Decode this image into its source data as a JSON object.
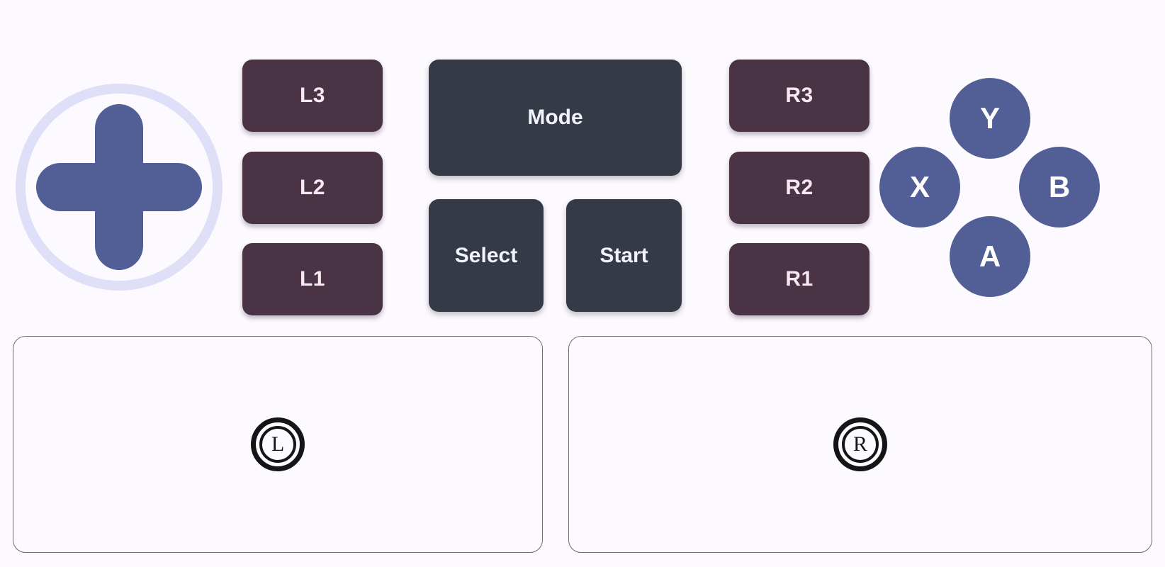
{
  "theme": {
    "background": "#fdfaff",
    "dpad_cross_color": "#525e96",
    "dpad_ring_color": "#dfe0f7",
    "shoulder_button_color": "#4a3344",
    "shoulder_button_text_color": "#f7e9f2",
    "center_button_color": "#343a46",
    "center_button_text_color": "#f2f2fa",
    "face_button_color": "#525e96",
    "face_button_text_color": "#ffffff",
    "panel_border_color": "#6f6b7a",
    "indicator_color": "#151515"
  },
  "dpad": {
    "name": "directional-pad",
    "icon": "dpad-cross-icon"
  },
  "shoulder_buttons": {
    "left": [
      {
        "label": "L3",
        "name": "button-l3"
      },
      {
        "label": "L2",
        "name": "button-l2"
      },
      {
        "label": "L1",
        "name": "button-l1"
      }
    ],
    "right": [
      {
        "label": "R3",
        "name": "button-r3"
      },
      {
        "label": "R2",
        "name": "button-r2"
      },
      {
        "label": "R1",
        "name": "button-r1"
      }
    ]
  },
  "center_buttons": {
    "mode": {
      "label": "Mode",
      "name": "button-mode"
    },
    "select": {
      "label": "Select",
      "name": "button-select"
    },
    "start": {
      "label": "Start",
      "name": "button-start"
    }
  },
  "face_buttons": [
    {
      "label": "Y",
      "name": "button-y",
      "position": "top"
    },
    {
      "label": "X",
      "name": "button-x",
      "position": "left"
    },
    {
      "label": "B",
      "name": "button-b",
      "position": "right"
    },
    {
      "label": "A",
      "name": "button-a",
      "position": "bottom"
    }
  ],
  "stick_panels": [
    {
      "label": "L",
      "name": "left-stick-panel",
      "icon": "circled-l-icon"
    },
    {
      "label": "R",
      "name": "right-stick-panel",
      "icon": "circled-r-icon"
    }
  ]
}
